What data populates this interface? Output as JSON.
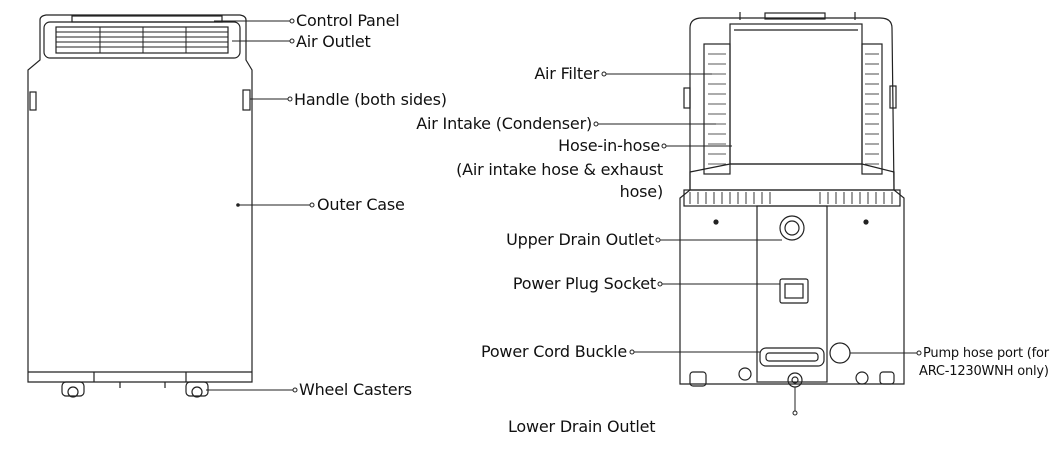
{
  "front_labels": {
    "control_panel": "Control Panel",
    "air_outlet": "Air Outlet",
    "handle": "Handle (both sides)",
    "outer_case": "Outer Case",
    "wheel_casters": "Wheel Casters"
  },
  "rear_labels": {
    "air_filter": "Air Filter",
    "air_intake": "Air Intake (Condenser)",
    "hose_in_hose": "Hose-in-hose",
    "hose_detail_1": "(Air intake hose & exhaust",
    "hose_detail_2": "hose)",
    "upper_drain": "Upper Drain Outlet",
    "power_plug": "Power Plug Socket",
    "power_cord": "Power Cord Buckle",
    "pump_port_1": "Pump hose port (for",
    "pump_port_2": "ARC-1230WNH only)",
    "lower_drain": "Lower Drain Outlet"
  }
}
